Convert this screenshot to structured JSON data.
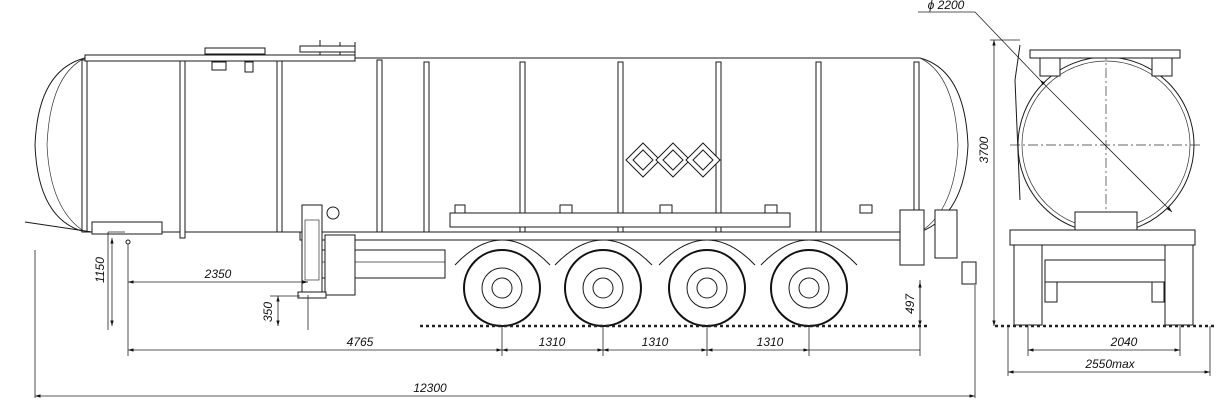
{
  "drawing": {
    "type": "technical drawing",
    "subject": "4-axle tank semi-trailer, side and rear views",
    "dimensions": {
      "diameter": "ϕ 2200",
      "overall_height": "3700",
      "kingpin_height": "1150",
      "kingpin_to_leg": "2350",
      "leg_ground": "350",
      "rear_height": "497",
      "kingpin_to_axle": "4765",
      "axle_spacing_1": "1310",
      "axle_spacing_2": "1310",
      "axle_spacing_3": "1310",
      "overall_length": "12300",
      "track_width": "2040",
      "overall_width": "2550max"
    }
  }
}
